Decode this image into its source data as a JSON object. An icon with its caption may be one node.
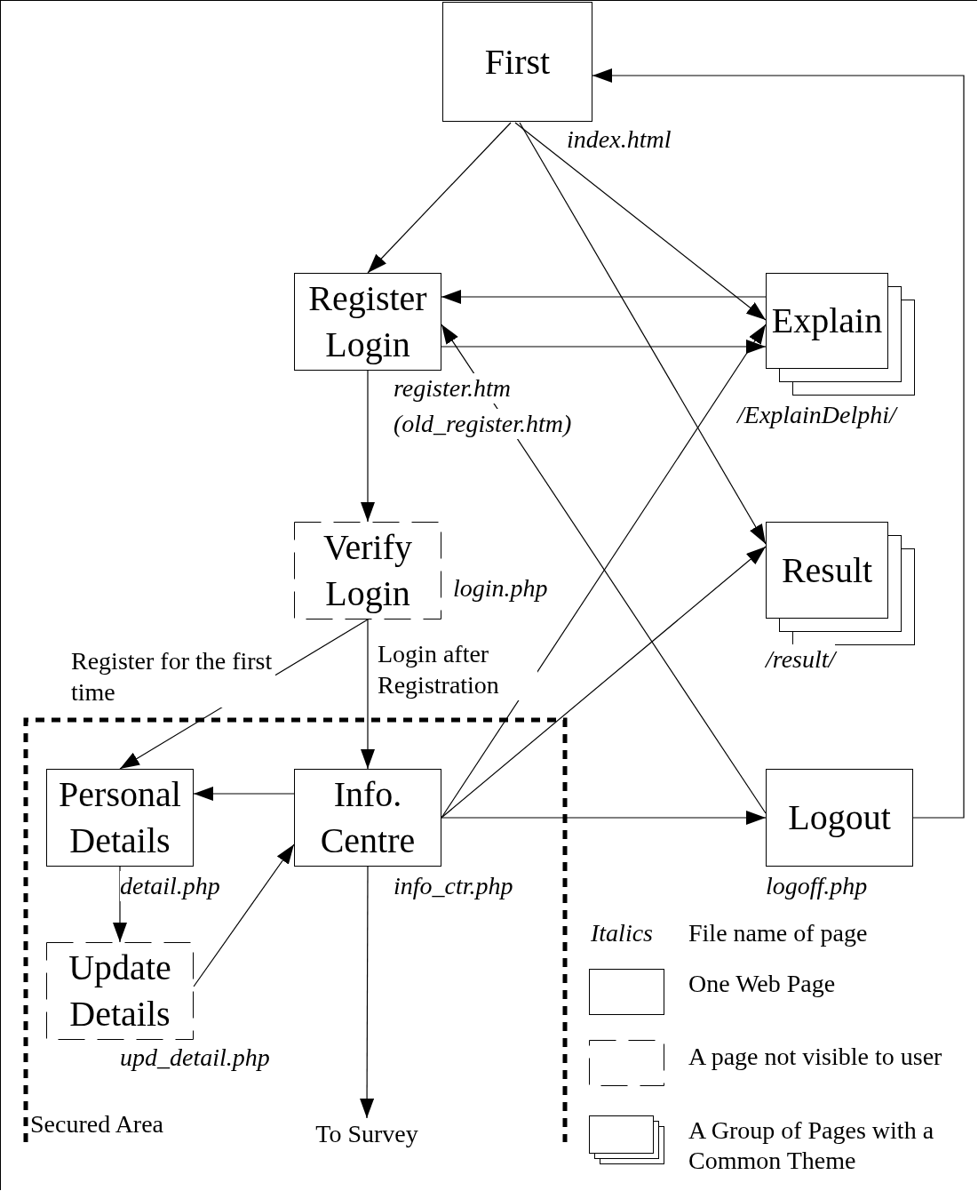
{
  "diagram": {
    "nodes": [
      {
        "text": [
          "First"
        ],
        "beside": [
          "index.html"
        ]
      },
      {
        "text": [
          "Register Login"
        ],
        "beside": [
          "register.htm",
          "(old_register.htm)"
        ]
      },
      {
        "text": [
          "Explain"
        ],
        "beside": [
          "/ExplainDelphi/"
        ]
      },
      {
        "text": [
          "Verify Login"
        ],
        "beside": [
          "login.php"
        ]
      },
      {
        "text": [
          "Result"
        ],
        "beside": [
          "/result/"
        ]
      },
      {
        "text": [
          "Secured Area"
        ]
      },
      {
        "text": [
          "Personal Details"
        ],
        "beside": [
          "detail.php"
        ],
        "in": 5
      },
      {
        "text": [
          "Info. Centre"
        ],
        "beside": [
          "info_ctr.php"
        ],
        "in": 5
      },
      {
        "text": [
          "Logout"
        ],
        "beside": [
          "logoff.php"
        ]
      },
      {
        "text": [
          "Update Details"
        ],
        "beside": [
          "upd_detail.php"
        ],
        "in": 5
      },
      {
        "text": [
          "To Survey"
        ],
        "in": 5
      }
    ],
    "edges": [
      {
        "from": 0,
        "to": 1,
        "arrow": "to"
      },
      {
        "from": 2,
        "to": 1,
        "arrow": "to"
      },
      {
        "from": 1,
        "to": 2,
        "arrow": "to"
      },
      {
        "from": 0,
        "to": 2,
        "arrow": "to"
      },
      {
        "from": 0,
        "to": 4,
        "arrow": "to"
      },
      {
        "from": 8,
        "to": 1,
        "arrow": "to"
      },
      {
        "from": 1,
        "to": 3,
        "arrow": "to"
      },
      {
        "from": 3,
        "to": 6,
        "arrow": "to",
        "label": "Register for the first time"
      },
      {
        "from": 3,
        "to": 7,
        "arrow": "to",
        "label": "Login after Registration"
      },
      {
        "from": 7,
        "to": 6,
        "arrow": "to"
      },
      {
        "from": 6,
        "to": 9,
        "arrow": "to"
      },
      {
        "from": 9,
        "to": 7,
        "arrow": "to"
      },
      {
        "from": 7,
        "to": 2,
        "arrow": "to"
      },
      {
        "from": 7,
        "to": 4,
        "arrow": "to"
      },
      {
        "from": 7,
        "to": 8,
        "arrow": "to"
      },
      {
        "from": 8,
        "to": 0,
        "arrow": "to"
      },
      {
        "from": 7,
        "to": 10,
        "arrow": "to"
      }
    ],
    "labels": [
      "Italics",
      "File name of page"
    ],
    "legend": [
      {
        "text": "One Web Page"
      },
      {
        "text": "A page not visible to user"
      },
      {
        "text": "A Group of Pages with a Common Theme"
      }
    ]
  }
}
